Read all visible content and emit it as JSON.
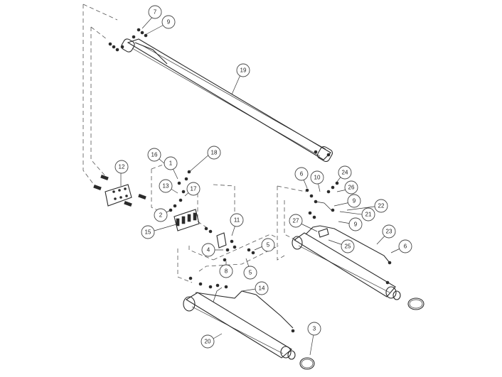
{
  "diagram": {
    "callouts": [
      {
        "id": "c7",
        "label": "7"
      },
      {
        "id": "c9a",
        "label": "9"
      },
      {
        "id": "c19",
        "label": "19"
      },
      {
        "id": "c12",
        "label": "12"
      },
      {
        "id": "c16",
        "label": "16"
      },
      {
        "id": "c1",
        "label": "1"
      },
      {
        "id": "c18",
        "label": "18"
      },
      {
        "id": "c13",
        "label": "13"
      },
      {
        "id": "c17",
        "label": "17"
      },
      {
        "id": "c2",
        "label": "2"
      },
      {
        "id": "c15",
        "label": "15"
      },
      {
        "id": "c11",
        "label": "11"
      },
      {
        "id": "c4",
        "label": "4"
      },
      {
        "id": "c5a",
        "label": "5"
      },
      {
        "id": "c8",
        "label": "8"
      },
      {
        "id": "c5b",
        "label": "5"
      },
      {
        "id": "c14",
        "label": "14"
      },
      {
        "id": "c20",
        "label": "20"
      },
      {
        "id": "c3",
        "label": "3"
      },
      {
        "id": "c6a",
        "label": "6"
      },
      {
        "id": "c10",
        "label": "10"
      },
      {
        "id": "c24",
        "label": "24"
      },
      {
        "id": "c26",
        "label": "26"
      },
      {
        "id": "c9b",
        "label": "9"
      },
      {
        "id": "c22",
        "label": "22"
      },
      {
        "id": "c21",
        "label": "21"
      },
      {
        "id": "c9c",
        "label": "9"
      },
      {
        "id": "c27",
        "label": "27"
      },
      {
        "id": "c25",
        "label": "25"
      },
      {
        "id": "c23",
        "label": "23"
      },
      {
        "id": "c6b",
        "label": "6"
      }
    ]
  }
}
